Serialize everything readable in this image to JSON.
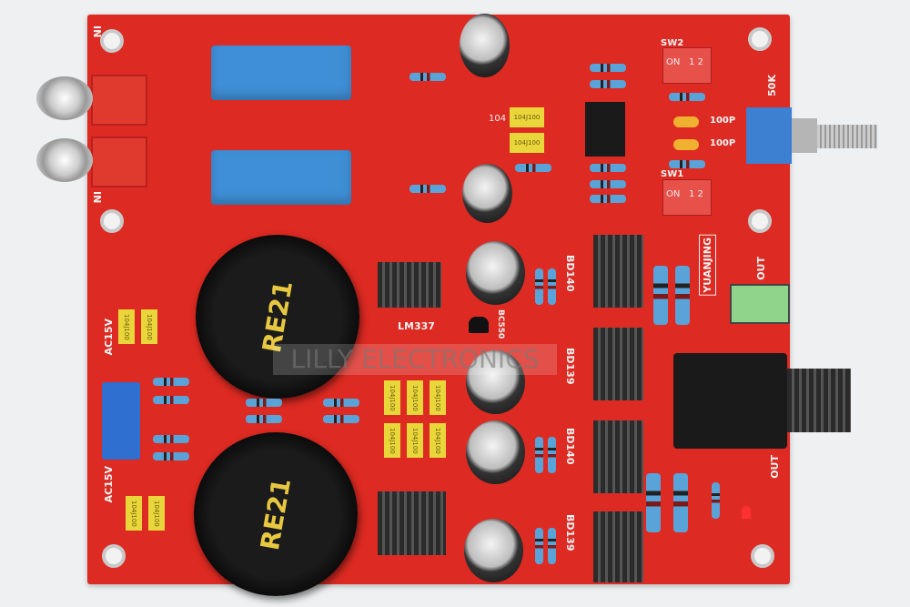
{
  "board": {
    "input_labels": [
      "IN",
      "IN"
    ],
    "power_labels": [
      "AC15V",
      "AC15V"
    ],
    "main_capacitor_label": "RE21",
    "regulator_label": "LM337",
    "transistor_labels": [
      "BC550",
      "BD140",
      "BD139",
      "BD140",
      "BD139"
    ],
    "brand_label": "YUANJING",
    "output_labels": [
      "OUT",
      "OUT"
    ],
    "switch_labels": [
      "SW2",
      "SW1"
    ],
    "switch_on": "ON",
    "switch_positions": "1 2",
    "cap_values": [
      "100P",
      "100P"
    ],
    "pot_value": "50K",
    "cap_code": "104",
    "film_cap_code": "104J100",
    "watermark": "LILLY ELECTRONICS"
  },
  "colors": {
    "board": "#dd2a22",
    "background": "#eef0f1",
    "silkscreen": "#f4f4f4",
    "film_cap": "#3f8fd6",
    "small_cap": "#e9d63a"
  }
}
